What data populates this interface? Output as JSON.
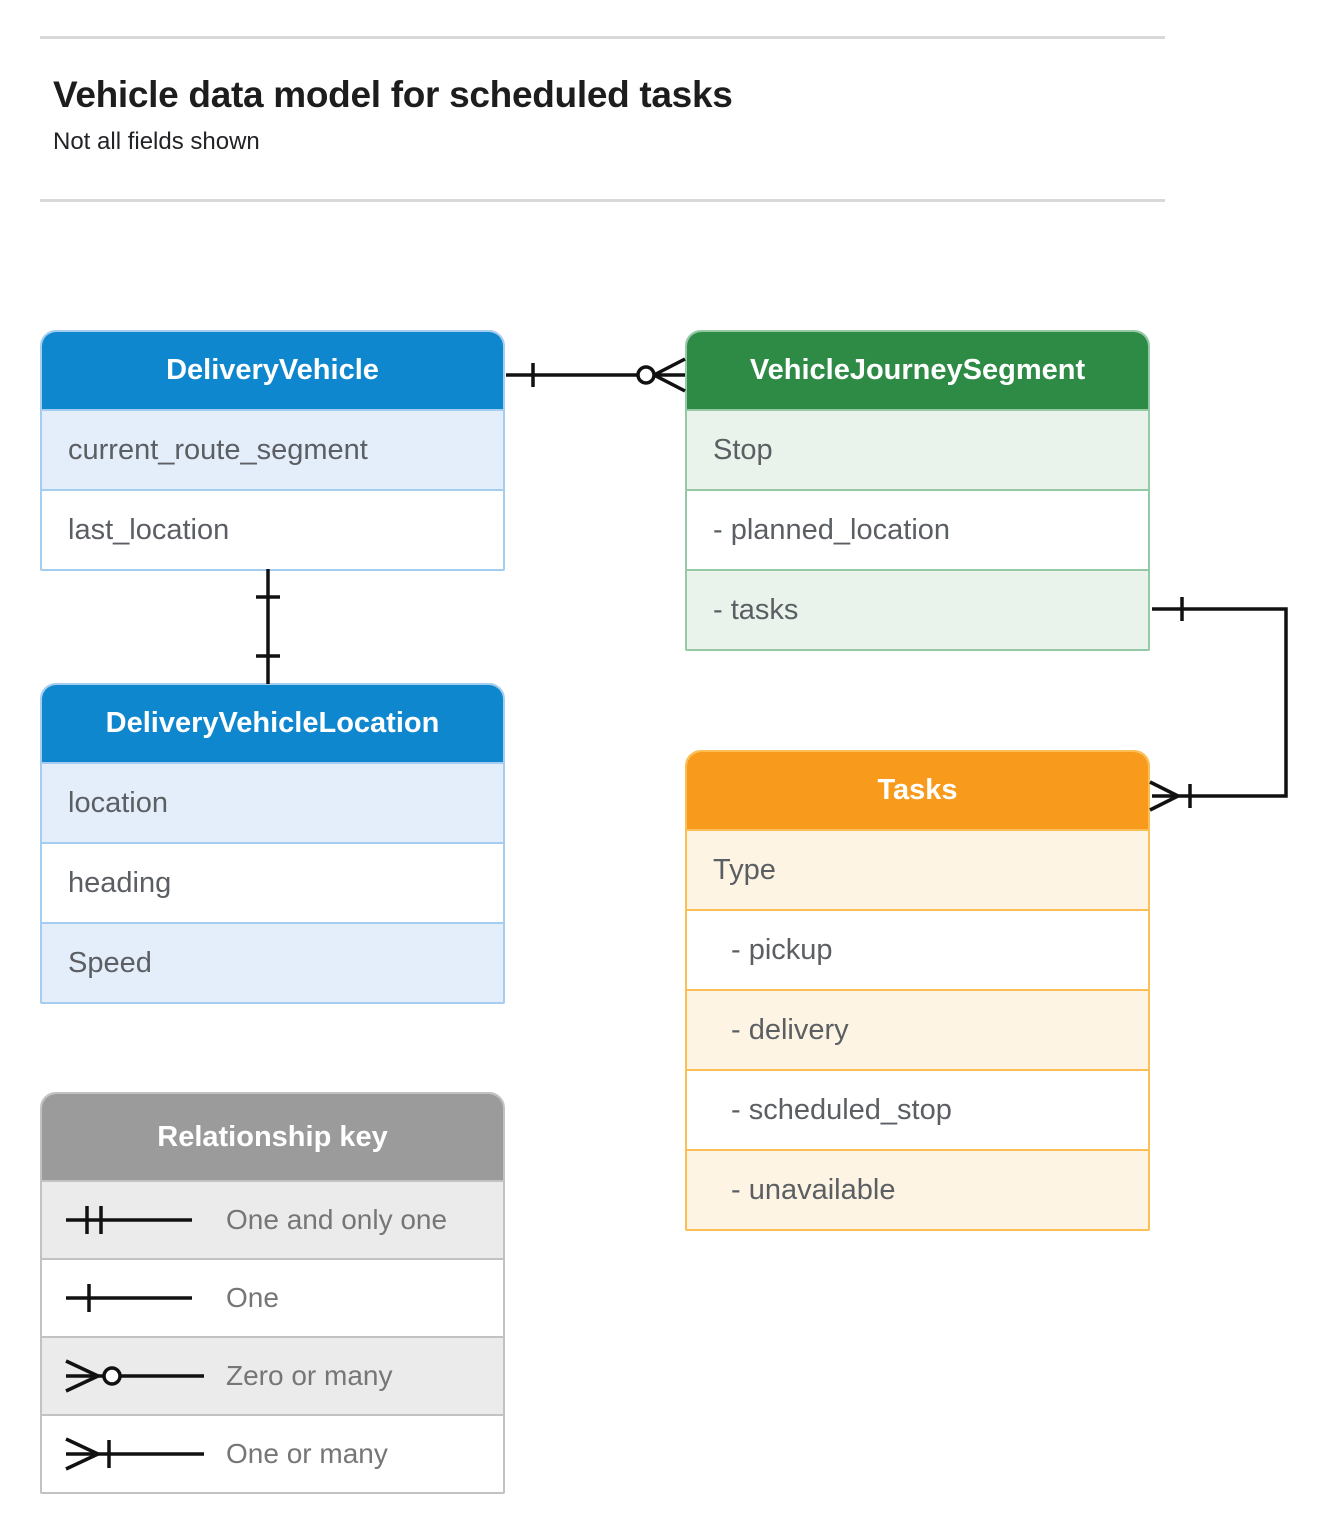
{
  "page": {
    "title": "Vehicle data model for scheduled tasks",
    "subtitle": "Not all fields shown"
  },
  "entities": {
    "delivery_vehicle": {
      "title": "DeliveryVehicle",
      "fields": [
        "current_route_segment",
        "last_location"
      ]
    },
    "vehicle_journey_segment": {
      "title": "VehicleJourneySegment",
      "fields": [
        "Stop",
        "- planned_location",
        "- tasks"
      ]
    },
    "delivery_vehicle_location": {
      "title": "DeliveryVehicleLocation",
      "fields": [
        "location",
        "heading",
        "Speed"
      ]
    },
    "tasks": {
      "title": "Tasks",
      "fields": [
        "Type",
        "- pickup",
        "- delivery",
        "- scheduled_stop",
        "- unavailable"
      ]
    }
  },
  "relationship_key": {
    "title": "Relationship key",
    "items": [
      {
        "symbol": "one-and-only-one",
        "label": "One and only one"
      },
      {
        "symbol": "one",
        "label": "One"
      },
      {
        "symbol": "zero-or-many",
        "label": "Zero or many"
      },
      {
        "symbol": "one-or-many",
        "label": "One or many"
      }
    ]
  },
  "relationships": [
    {
      "from": "DeliveryVehicle",
      "to": "VehicleJourneySegment",
      "from_cardinality": "one",
      "to_cardinality": "zero-or-many"
    },
    {
      "from": "DeliveryVehicle",
      "to": "DeliveryVehicleLocation",
      "from_cardinality": "one",
      "to_cardinality": "one"
    },
    {
      "from": "VehicleJourneySegment.tasks",
      "to": "Tasks",
      "from_cardinality": "one",
      "to_cardinality": "one-or-many"
    }
  ],
  "colors": {
    "blue_header": "#0e87ce",
    "blue_tint": "#e4eefa",
    "blue_border": "#a5cdf0",
    "green_header": "#2e8b46",
    "green_tint": "#e9f3ec",
    "green_border": "#95c8a5",
    "orange_header": "#f89b1c",
    "orange_tint": "#fdf4e3",
    "orange_border": "#fbbf55",
    "gray_header": "#9b9b9b",
    "gray_tint": "#ebebeb",
    "title_text": "#1d1d1d",
    "field_text": "#5b5f63",
    "key_label_text": "#767676",
    "connector": "#111111"
  }
}
